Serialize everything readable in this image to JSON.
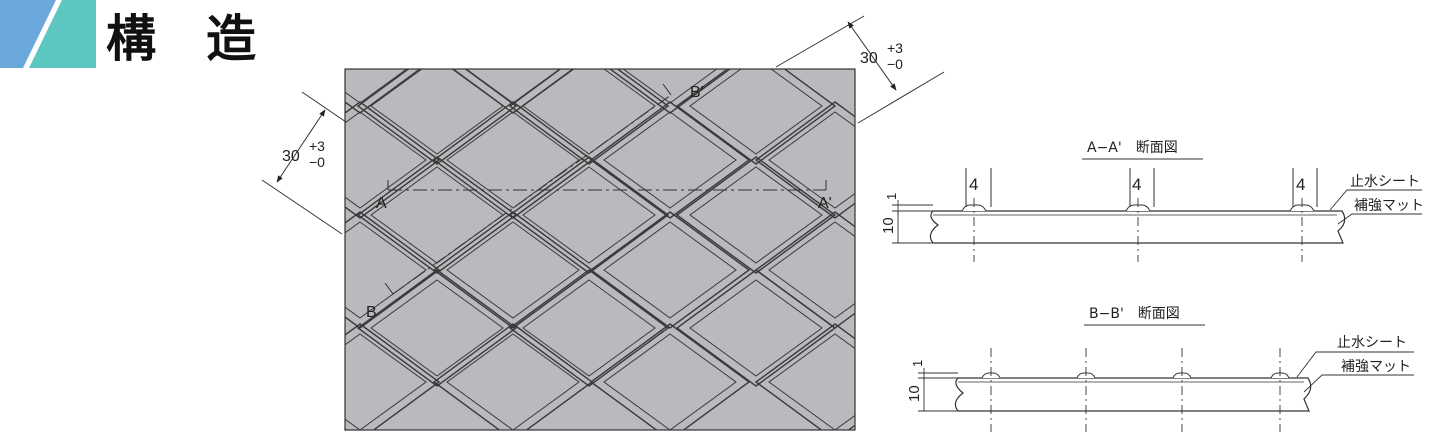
{
  "header": {
    "title": "構　造",
    "accent_left": "#6aa8dc",
    "accent_right": "#5cc6c0"
  },
  "plan_view": {
    "dim_top": {
      "base": "30",
      "plus": "+3",
      "minus": "−0"
    },
    "dim_left": {
      "base": "30",
      "plus": "+3",
      "minus": "−0"
    },
    "section_a": {
      "start": "A",
      "end": "A'"
    },
    "section_b": {
      "start": "B",
      "end": "B'"
    },
    "fill_color": "#b8babd"
  },
  "section_aa": {
    "title": "A−A'　断面図",
    "groove_widths": [
      "4",
      "4",
      "4"
    ],
    "dim_thin": "1",
    "dim_total": "10",
    "labels": {
      "sheet": "止水シート",
      "mat": "補強マット"
    }
  },
  "section_bb": {
    "title": "B−B'　断面図",
    "dim_thin": "1",
    "dim_total": "10",
    "labels": {
      "sheet": "止水シート",
      "mat": "補強マット"
    }
  }
}
